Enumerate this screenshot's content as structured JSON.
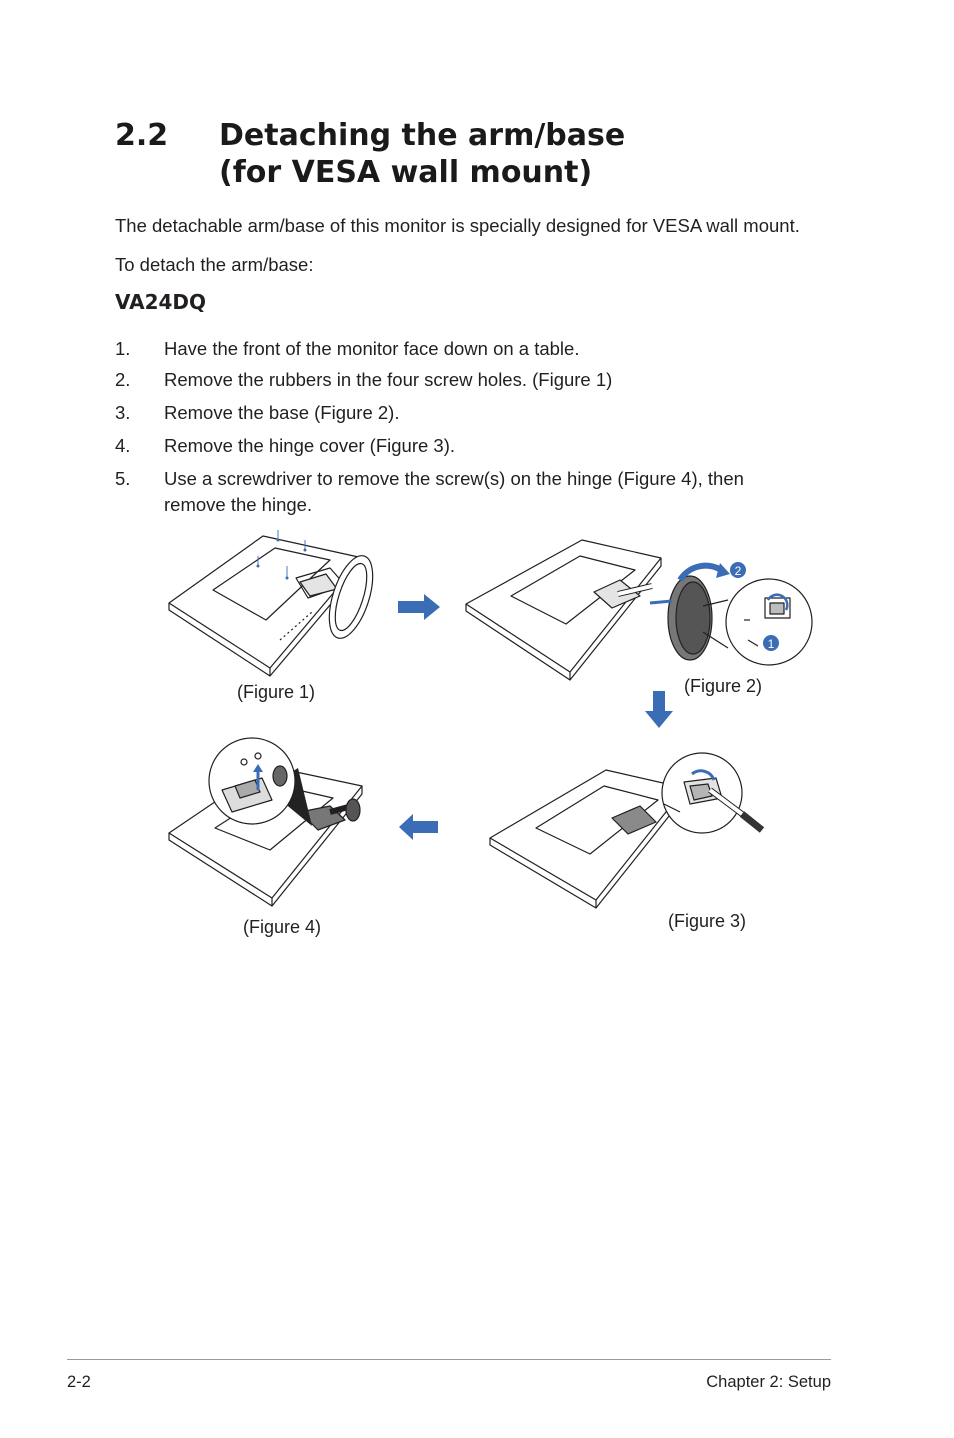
{
  "section": {
    "number": "2.2",
    "title_line1": "Detaching the arm/base",
    "title_line2": "(for VESA wall mount)"
  },
  "intro": "The detachable arm/base of this monitor is specially designed for VESA wall mount.",
  "lead": "To detach the arm/base:",
  "model": "VA24DQ",
  "steps": [
    {
      "n": "1.",
      "text": "Have the front of the monitor face down on a table."
    },
    {
      "n": "2.",
      "text": "Remove the rubbers in the four screw holes. (Figure 1)"
    },
    {
      "n": "3.",
      "text": "Remove the base (Figure 2)."
    },
    {
      "n": "4.",
      "text": "Remove the hinge cover (Figure 3)."
    },
    {
      "n": "5.",
      "text": "Use a screwdriver to remove the screw(s) on the hinge (Figure 4), then remove the hinge."
    }
  ],
  "figures": {
    "fig1": "(Figure 1)",
    "fig2": "(Figure 2)",
    "fig3": "(Figure 3)",
    "fig4": "(Figure 4)",
    "callout1": "1",
    "callout2": "2"
  },
  "colors": {
    "arrow": "#3a6db5",
    "text": "#231f20"
  },
  "footer": {
    "page": "2-2",
    "chapter": "Chapter 2: Setup"
  }
}
